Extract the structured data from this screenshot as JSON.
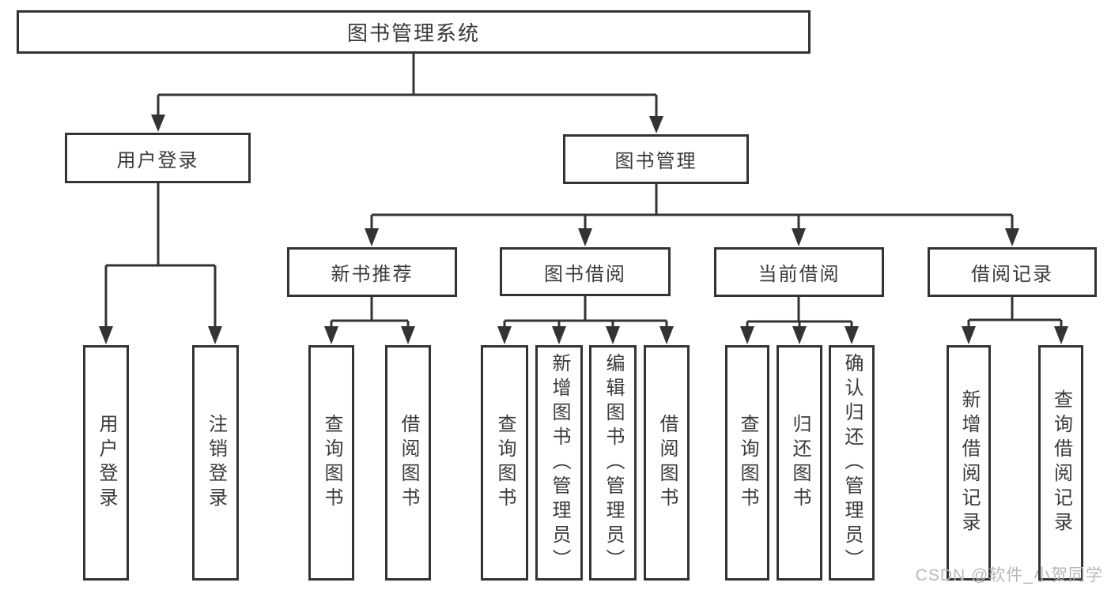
{
  "tree": {
    "root": {
      "label": "图书管理系统"
    },
    "level2": [
      {
        "label": "用户登录",
        "children": [
          {
            "label": "用户登录"
          },
          {
            "label": "注销登录"
          }
        ]
      },
      {
        "label": "图书管理",
        "children": [
          {
            "label": "新书推荐",
            "children": [
              {
                "label": "查询图书"
              },
              {
                "label": "借阅图书"
              }
            ]
          },
          {
            "label": "图书借阅",
            "children": [
              {
                "label": "查询图书"
              },
              {
                "label": "新增图书（管理员）"
              },
              {
                "label": "编辑图书（管理员）"
              },
              {
                "label": "借阅图书"
              }
            ]
          },
          {
            "label": "当前借阅",
            "children": [
              {
                "label": "查询图书"
              },
              {
                "label": "归还图书"
              },
              {
                "label": "确认归还（管理员）"
              }
            ]
          },
          {
            "label": "借阅记录",
            "children": [
              {
                "label": "新增借阅记录"
              },
              {
                "label": "查询借阅记录"
              }
            ]
          }
        ]
      }
    ]
  },
  "watermark": {
    "text": "CSDN @软件_小贺同学"
  },
  "colors": {
    "line": "#333333",
    "box_border": "#333333",
    "text": "#3a3a3a",
    "watermark": "#b8b8b8",
    "background": "#ffffff"
  }
}
